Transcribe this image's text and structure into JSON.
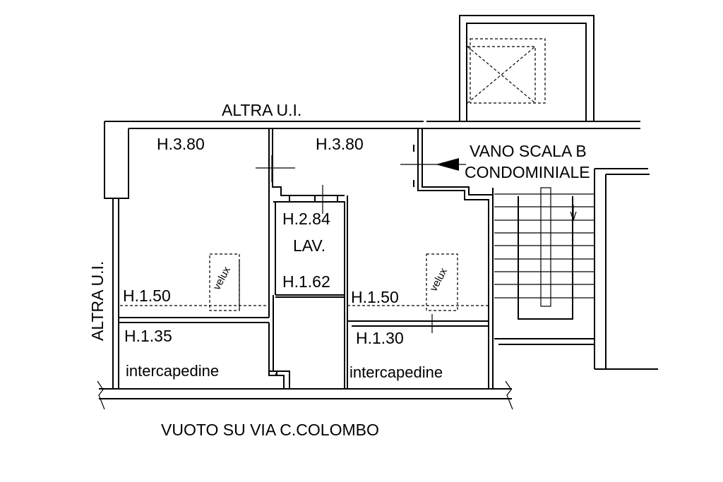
{
  "plan": {
    "labels": {
      "altra_top": "ALTRA U.I.",
      "altra_left": "ALTRA U.I.",
      "vano_line1": "VANO SCALA B",
      "vano_line2": "CONDOMINIALE",
      "vuoto": "VUOTO SU VIA C.COLOMBO"
    },
    "rooms": {
      "room1_h_top": "H.3.80",
      "room1_h_mid": "H.1.50",
      "room1_h_low": "H.1.35",
      "room1_low_name": "intercapedine",
      "room2_h_top": "H.3.80",
      "room2_h_mid": "H.1.50",
      "room2_h_low": "H.1.30",
      "room2_low_name": "intercapedine",
      "lav_h_top": "H.2.84",
      "lav_name": "LAV.",
      "lav_h_low": "H.1.62"
    },
    "skylights": [
      "velux",
      "velux"
    ]
  }
}
